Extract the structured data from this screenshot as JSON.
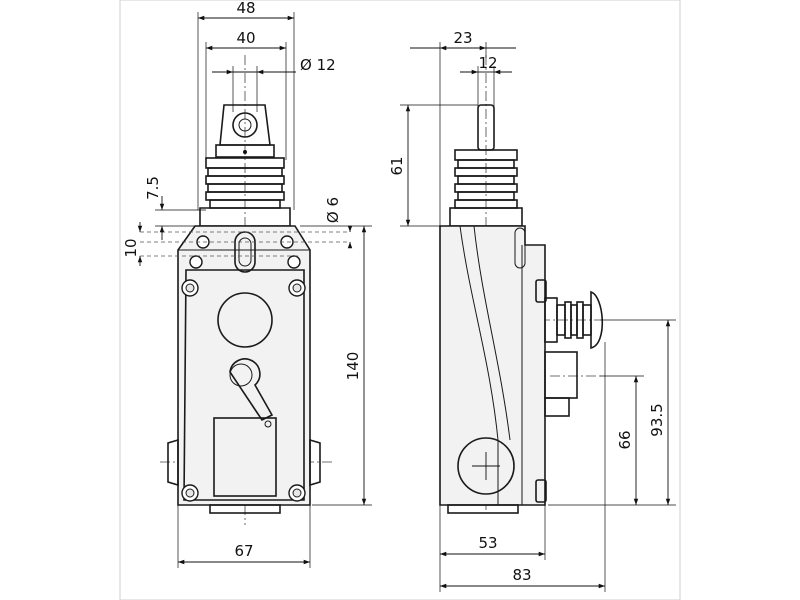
{
  "views": {
    "front": {
      "dimensions": {
        "overall_width_top": "48",
        "actuator_width": "40",
        "roller_diameter": "Ø 12",
        "fixing_hole_diameter": "Ø 6",
        "offset_top": "7.5",
        "offset_hole": "10",
        "height": "140",
        "width": "67"
      }
    },
    "side": {
      "dimensions": {
        "top_width": "23",
        "shaft_width": "12",
        "shaft_height": "61",
        "button_height": "93.5",
        "gland_height": "66",
        "depth": "53",
        "overall_depth": "83"
      }
    }
  }
}
